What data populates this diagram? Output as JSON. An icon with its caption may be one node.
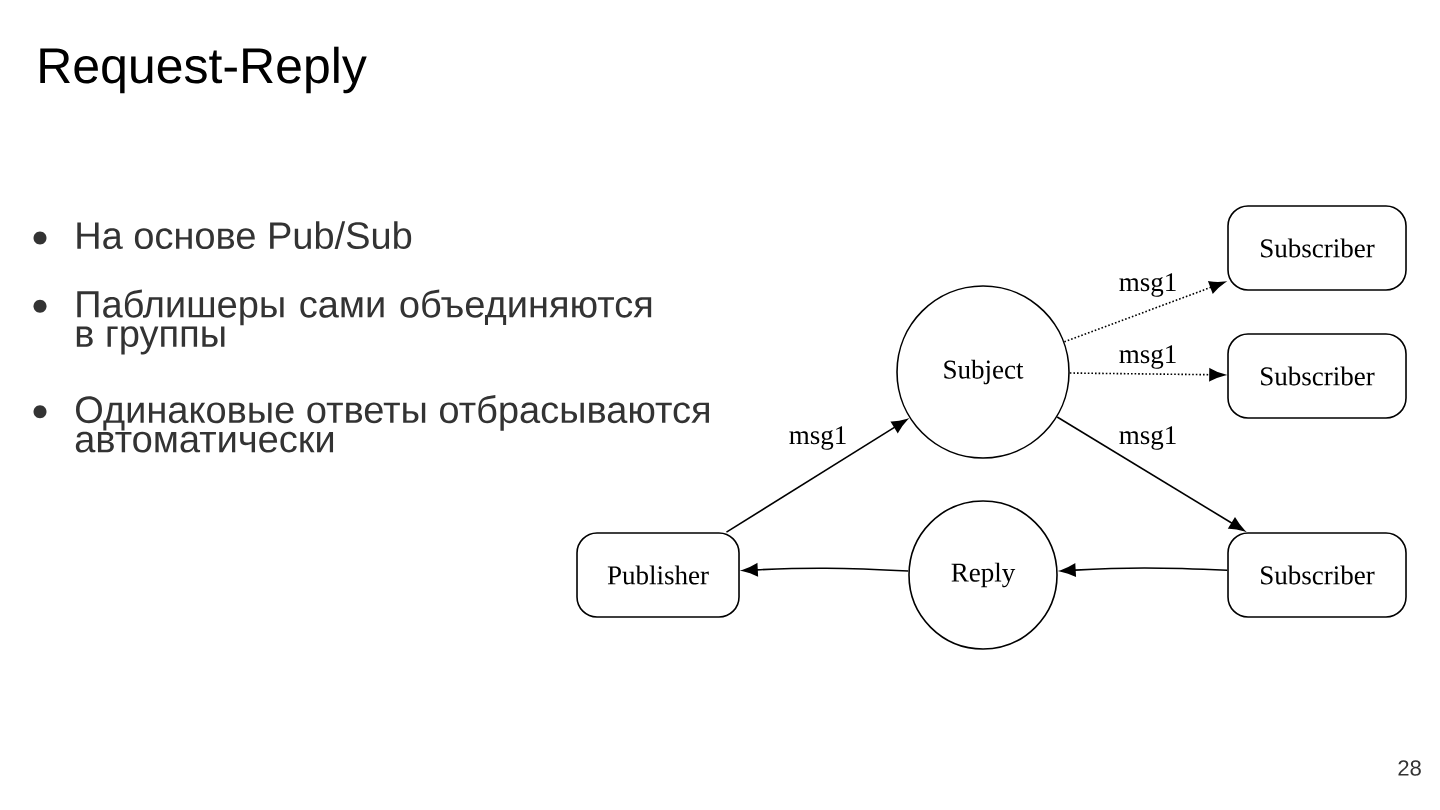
{
  "diagram": {
    "title": "Request-Reply",
    "nodes": [
      {
        "text": [
          "Subscriber"
        ]
      },
      {
        "text": [
          "Subject"
        ]
      },
      {
        "text": [
          "Subscriber"
        ]
      },
      {
        "text": [
          "Publisher"
        ]
      },
      {
        "text": [
          "Reply"
        ]
      },
      {
        "text": [
          "Subscriber"
        ]
      }
    ],
    "edges": [
      {
        "from": 3,
        "to": 1,
        "arrow": "to",
        "label": "msg1"
      },
      {
        "from": 1,
        "to": 0,
        "arrow": "to",
        "label": "msg1",
        "style": "dashed"
      },
      {
        "from": 1,
        "to": 2,
        "arrow": "to",
        "label": "msg1",
        "style": "dashed"
      },
      {
        "from": 1,
        "to": 5,
        "arrow": "to",
        "label": "msg1"
      },
      {
        "from": 5,
        "to": 4,
        "arrow": "to"
      },
      {
        "from": 4,
        "to": 3,
        "arrow": "to"
      }
    ],
    "labels": [
      "На основе Pub/Sub",
      "Паблишеры сами объединяются в группы",
      "Одинаковые ответы отбрасываются автоматически",
      "28"
    ]
  }
}
